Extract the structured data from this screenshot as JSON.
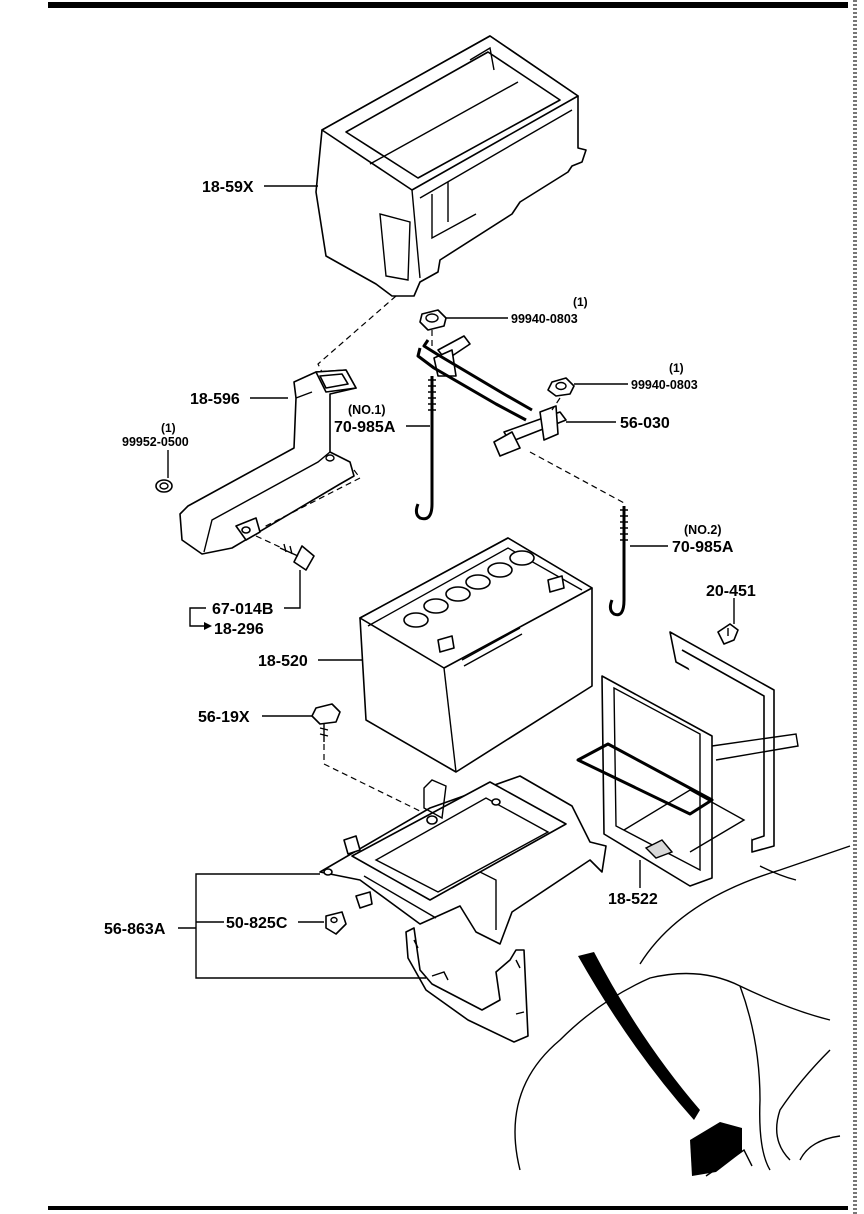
{
  "parts": {
    "cover": "18-59X",
    "duct": "18-596",
    "clip_qty": "(1)",
    "clip": "99952-0500",
    "screw": "67-014B",
    "screw_alt": "18-296",
    "nut_a_qty": "(1)",
    "nut_a": "99940-0803",
    "nut_b_qty": "(1)",
    "nut_b": "99940-0803",
    "rod1_tag": "(NO.1)",
    "rod1": "70-985A",
    "clamp": "56-030",
    "rod2_tag": "(NO.2)",
    "rod2": "70-985A",
    "battery": "18-520",
    "clip2": "20-451",
    "bolt": "56-19X",
    "tray_assy": "56-863A",
    "nut_bracket": "50-825C",
    "battery_frame": "18-522"
  }
}
